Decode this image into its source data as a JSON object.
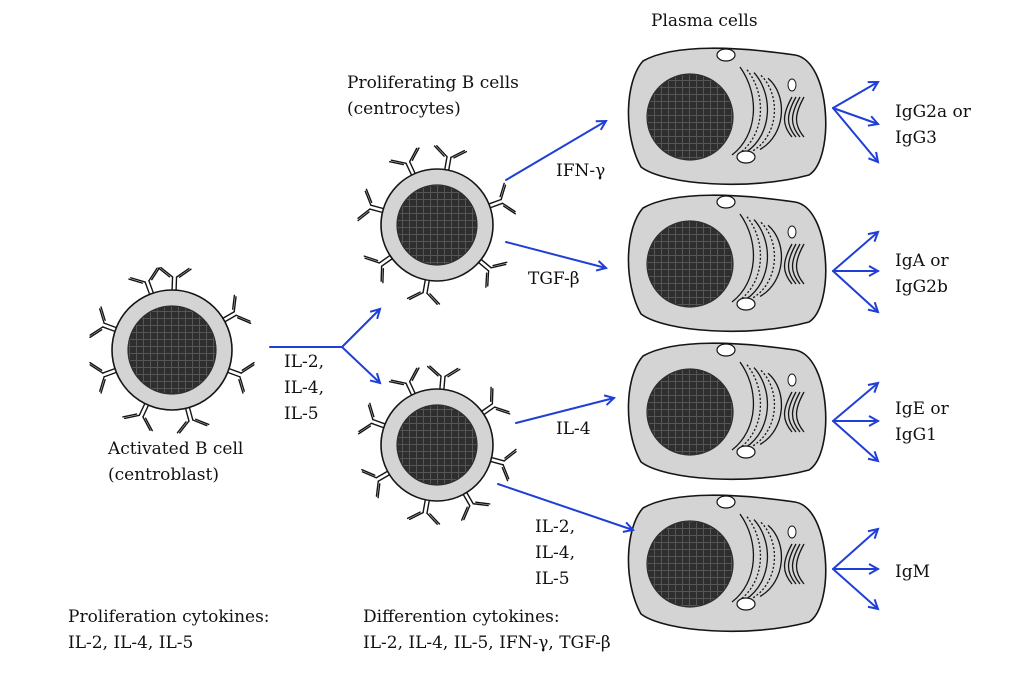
{
  "colors": {
    "arrow": "#1f3fd6",
    "cytoplasm": "#d4d4d4",
    "nucleus": "#2e2e2e",
    "outline": "#151515",
    "text": "#111111"
  },
  "headers": {
    "plasma_cells": "Plasma cells",
    "proliferating_title": "Proliferating B cells",
    "proliferating_subtitle": "(centrocytes)"
  },
  "activated_cell": {
    "title": "Activated B cell",
    "subtitle": "(centroblast)"
  },
  "proliferation_cytokines": [
    "IL-2,",
    "IL-4,",
    "IL-5"
  ],
  "upper_branch_cytokines": {
    "ifn_gamma": "IFN-γ",
    "tgf_beta": "TGF-β"
  },
  "lower_branch_cytokines": {
    "il4": "IL-4",
    "combo": [
      "IL-2,",
      "IL-4,",
      "IL-5"
    ]
  },
  "isotypes": [
    [
      "IgG2a or",
      "IgG3"
    ],
    [
      "IgA or",
      "IgG2b"
    ],
    [
      "IgE or",
      "IgG1"
    ],
    [
      "IgM"
    ]
  ],
  "footer": {
    "proliferation_title": "Proliferation cytokines:",
    "proliferation_list": "IL-2, IL-4, IL-5",
    "differentiation_title": "Differention cytokines:",
    "differentiation_list": "IL-2, IL-4, IL-5, IFN-γ, TGF-β"
  }
}
